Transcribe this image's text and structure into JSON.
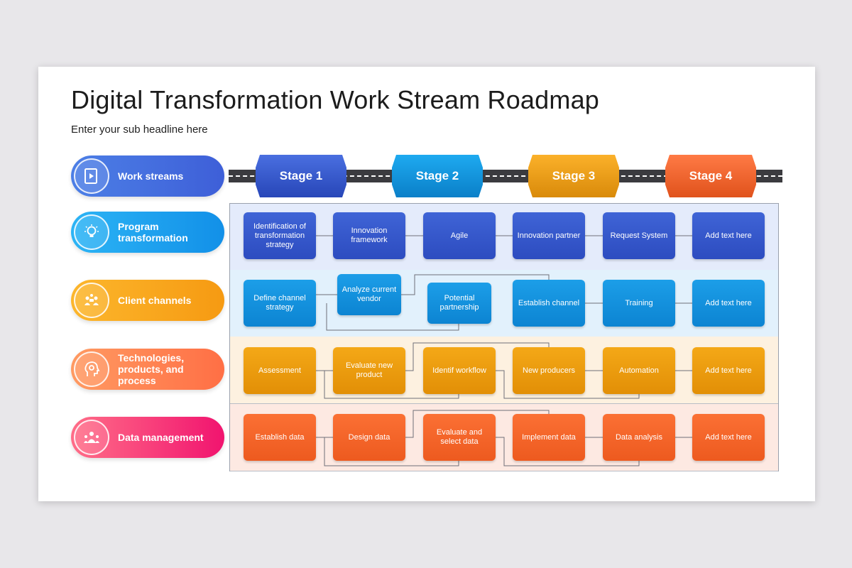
{
  "title": "Digital Transformation Work Stream Roadmap",
  "subtitle": "Enter your sub headline here",
  "stages": [
    {
      "label": "Stage 1",
      "color": "#4a6fe0",
      "dark": "#2746b8"
    },
    {
      "label": "Stage 2",
      "color": "#1eaaf0",
      "dark": "#0a7fc8"
    },
    {
      "label": "Stage 3",
      "color": "#fbb12a",
      "dark": "#d98a0a"
    },
    {
      "label": "Stage 4",
      "color": "#ff7a45",
      "dark": "#e0521c"
    }
  ],
  "rows": [
    {
      "label": "Work streams",
      "icon": "play-icon",
      "colors": [
        "#4c7fe6",
        "#3e5fd8"
      ]
    },
    {
      "label": "Program transformation",
      "icon": "lightbulb-icon",
      "colors": [
        "#2cb4f5",
        "#1290e8"
      ]
    },
    {
      "label": "Client channels",
      "icon": "people-icon",
      "colors": [
        "#fcb62c",
        "#f69a12"
      ]
    },
    {
      "label": "Technologies, products, and process",
      "icon": "head-gear-icon",
      "colors": [
        "#ff9a62",
        "#ff6f45"
      ]
    },
    {
      "label": "Data management",
      "icon": "team-icon",
      "colors": [
        "#ff6e88",
        "#f1146f"
      ]
    }
  ],
  "lanes": [
    {
      "name": "program",
      "items": [
        "Identification of transformation strategy",
        "Innovation framework",
        "Agile",
        "Innovation partner",
        "Request System",
        "Add text here"
      ]
    },
    {
      "name": "client",
      "items": [
        "Define channel strategy",
        "Analyze current vendor",
        "Potential partnership",
        "Establish channel",
        "Training",
        "Add text here"
      ]
    },
    {
      "name": "technologies",
      "items": [
        "Assessment",
        "Evaluate new product",
        "Identif workflow",
        "New producers",
        "Automation",
        "Add text here"
      ]
    },
    {
      "name": "data",
      "items": [
        "Establish data",
        "Design data",
        "Evaluate and select data",
        "Implement data",
        "Data analysis",
        "Add text here"
      ]
    }
  ]
}
